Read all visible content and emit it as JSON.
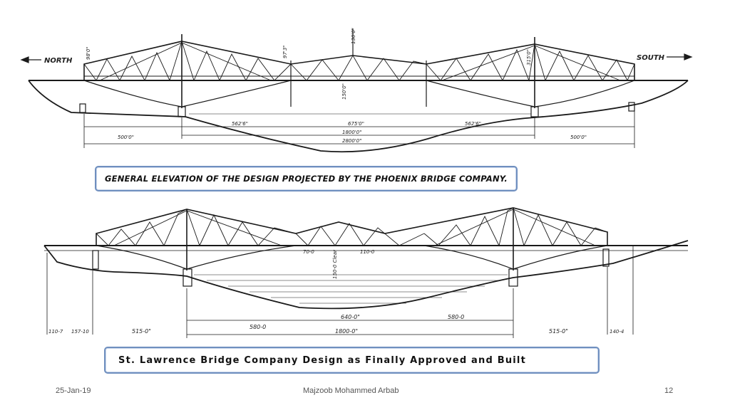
{
  "top_drawing": {
    "north_label": "NORTH",
    "south_label": "SOUTH",
    "dim_side_left": "500'0\"",
    "dim_anchor_left": "562'6\"",
    "dim_center": "675'0\"",
    "dim_anchor_right": "562'6\"",
    "dim_side_right": "500'0\"",
    "dim_main": "1800'0\"",
    "dim_total": "2800'0\"",
    "height_center": "130'0\"",
    "height_left": "98'0\"",
    "height_mid": "97'3\"",
    "height_right": "315'0\"",
    "clearance": "150'0\"",
    "caption": "GENERAL ELEVATION OF THE DESIGN PROJECTED BY THE PHOENIX BRIDGE COMPANY."
  },
  "bottom_drawing": {
    "dim_approach_left": "110-7",
    "dim_approach_left2": "157-10",
    "dim_side_left": "515-0\"",
    "dim_anchor_left": "580-0",
    "dim_center": "640-0\"",
    "dim_anchor_right": "580-0",
    "dim_side_right": "515-0\"",
    "dim_approach_right": "140-4",
    "dim_main": "1800-0\"",
    "height_a": "70-0",
    "height_b": "110-0",
    "clearance": "150-0 Clear",
    "caption": "St. Lawrence Bridge Company Design as Finally Approved and Built"
  },
  "footer": {
    "date": "25-Jan-19",
    "author": "Majzoob Mohammed Arbab",
    "page": "12"
  }
}
